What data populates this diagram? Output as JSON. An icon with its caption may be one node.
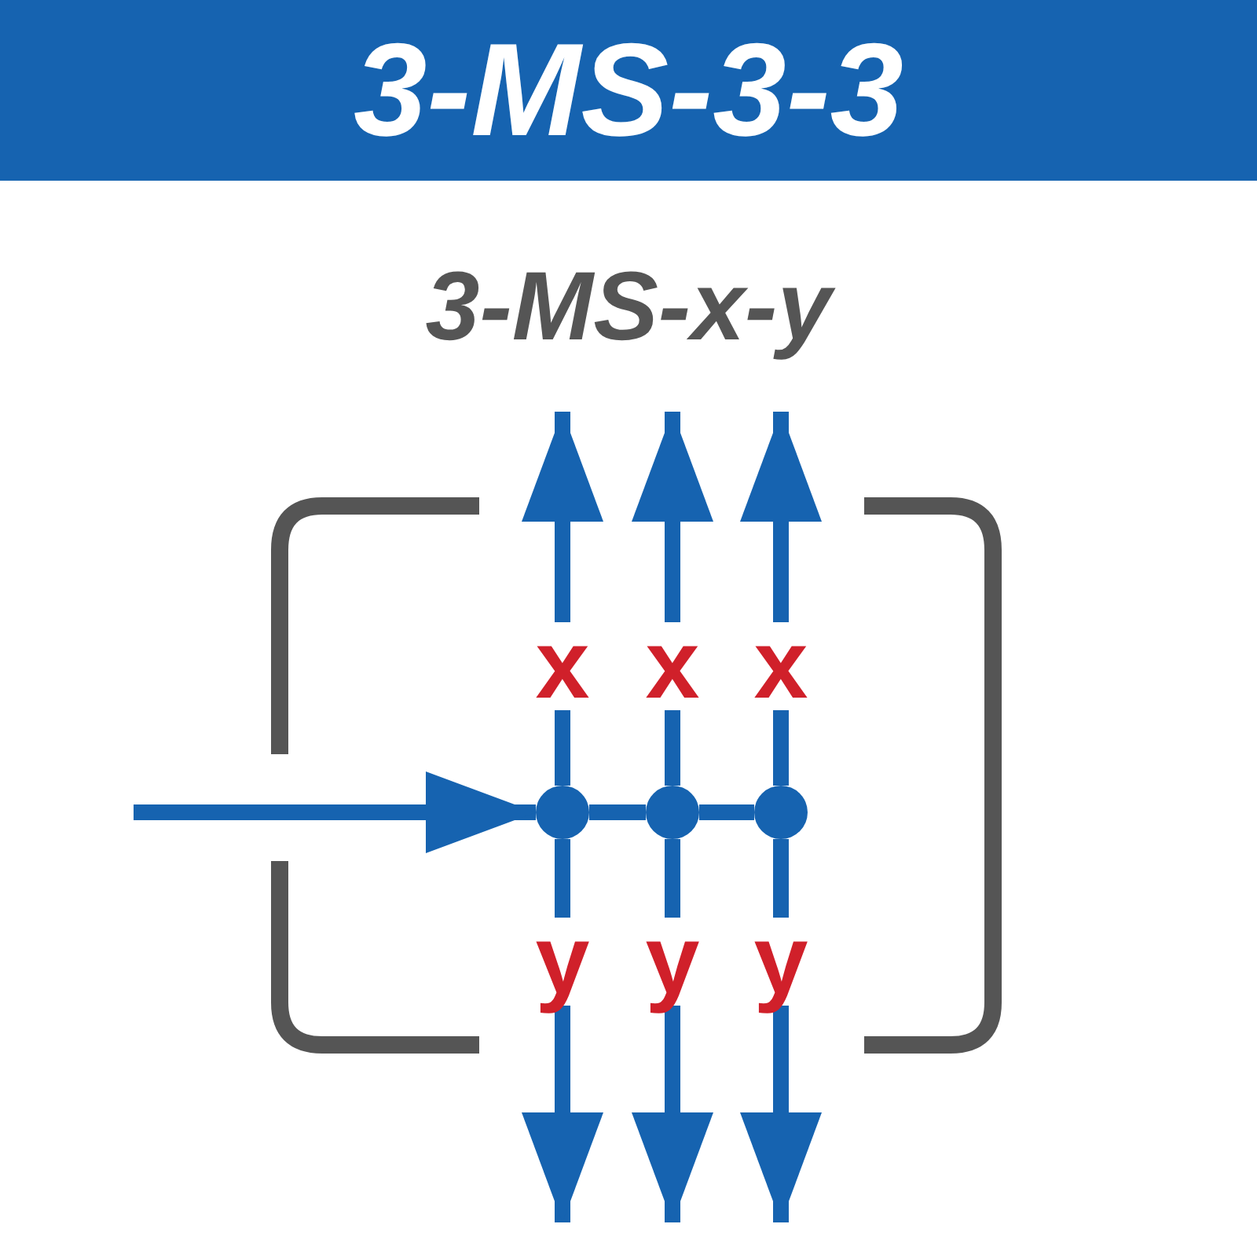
{
  "diagram": {
    "title": "3-MS-3-3",
    "nodes": [
      {
        "text": [],
        "shape": "circle"
      },
      {
        "text": [],
        "shape": "circle"
      },
      {
        "text": [],
        "shape": "circle"
      }
    ],
    "edges": [
      {
        "from": null,
        "to": 0,
        "arrow": "to"
      },
      {
        "from": 0,
        "to": 1,
        "arrow": "none"
      },
      {
        "from": 1,
        "to": 2,
        "arrow": "none"
      },
      {
        "from": 0,
        "to": null,
        "arrow": "to",
        "label": "x"
      },
      {
        "from": 1,
        "to": null,
        "arrow": "to",
        "label": "x"
      },
      {
        "from": 2,
        "to": null,
        "arrow": "to",
        "label": "x"
      },
      {
        "from": 0,
        "to": null,
        "arrow": "to",
        "label": "y"
      },
      {
        "from": 1,
        "to": null,
        "arrow": "to",
        "label": "y"
      },
      {
        "from": 2,
        "to": null,
        "arrow": "to",
        "label": "y"
      }
    ],
    "labels": [
      "3-MS-x-y"
    ]
  }
}
